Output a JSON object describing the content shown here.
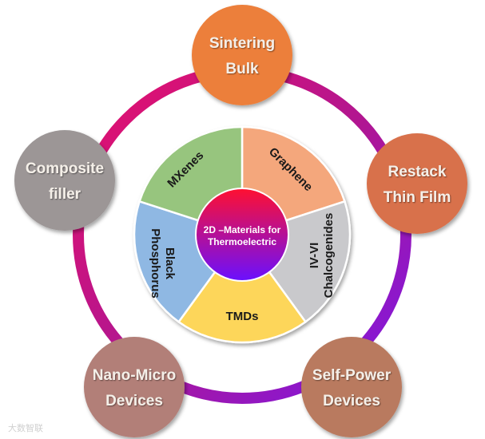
{
  "center": {
    "line1": "2D –Materials for",
    "line2": "Thermoelectric"
  },
  "segments": [
    {
      "label": "Graphene",
      "color": "#f4a77c"
    },
    {
      "label_lines": [
        "IV-VI",
        "Chalcogenides"
      ],
      "color": "#c9c9cc"
    },
    {
      "label": "TMDs",
      "color": "#fdd65a"
    },
    {
      "label_lines": [
        "Black",
        "Phosphorus"
      ],
      "color": "#8fb8e3"
    },
    {
      "label": "MXenes",
      "color": "#97c57e"
    }
  ],
  "outer_nodes": [
    {
      "lines": [
        "Sintering",
        "Bulk"
      ],
      "color": "#ec7f3a"
    },
    {
      "lines": [
        "Restack",
        "Thin Film"
      ],
      "color": "#d8714c"
    },
    {
      "lines": [
        "Self-Power",
        "Devices"
      ],
      "color": "#b97a5e"
    },
    {
      "lines": [
        "Nano-Micro",
        "Devices"
      ],
      "color": "#b27f78"
    },
    {
      "lines": [
        "Composite",
        "filler"
      ],
      "color": "#9c9696"
    }
  ],
  "ring_colors": {
    "start": "#e8106a",
    "end": "#7a18e8"
  },
  "center_colors": {
    "top": "#ff1030",
    "bottom": "#6a10ff"
  },
  "watermark": "大数智联"
}
